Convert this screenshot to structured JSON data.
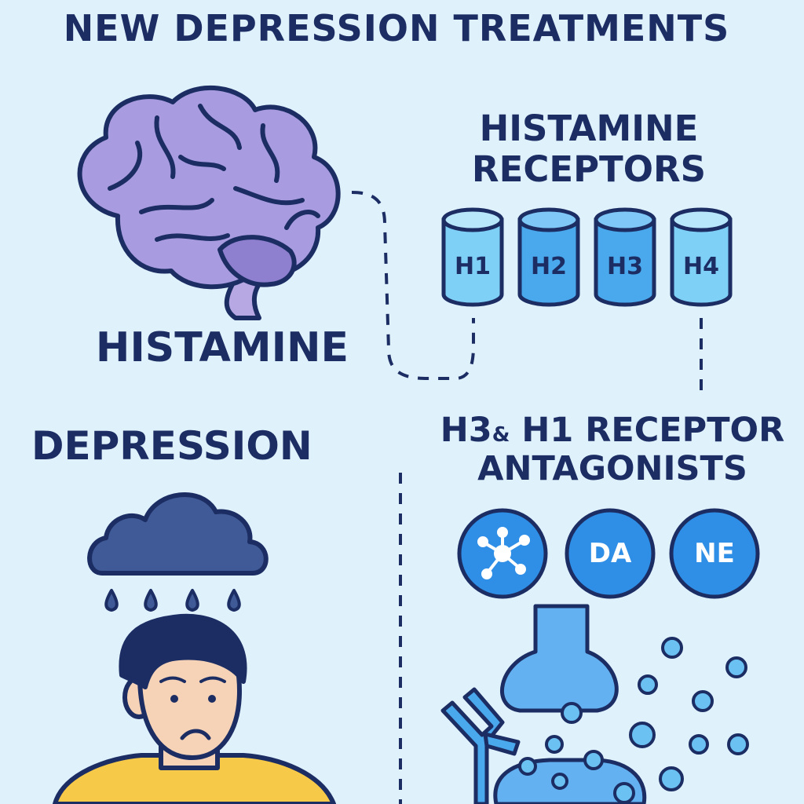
{
  "title": "NEW DEPRESSION TREATMENTS",
  "receptors": {
    "title_line1": "HISTAMINE",
    "title_line2": "RECEPTORS",
    "items": [
      "H1",
      "H2",
      "H3",
      "H4"
    ]
  },
  "histamine_label": "HISTAMINE",
  "depression_label": "DEPRESSION",
  "antagonists": {
    "line1_a": "H3",
    "line1_amp": "&",
    "line1_b": "H1 RECEPTOR",
    "line2": "ANTAGONISTS",
    "circles": [
      "DA",
      "NE"
    ]
  },
  "colors": {
    "background": "#dff1fb",
    "text": "#1b2d63",
    "brain": "#a89be0",
    "cloud": "#3f5a96",
    "receptor_light": "#7fd0f7",
    "receptor_dark": "#4aa8ec",
    "circle": "#2f8ee5",
    "shirt": "#f7c948"
  }
}
